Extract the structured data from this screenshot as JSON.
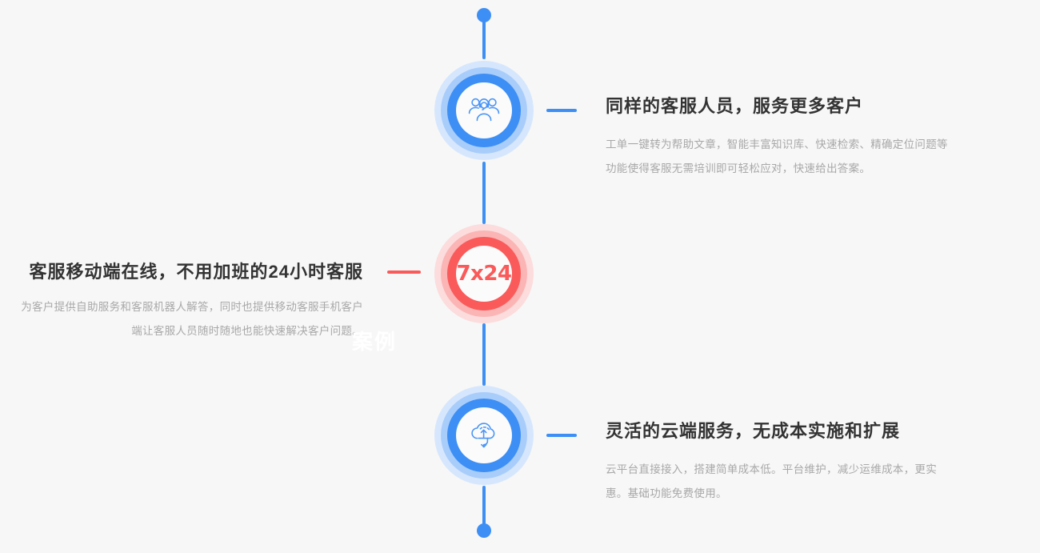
{
  "theme": {
    "background": "#f7f7f7",
    "accent_blue": "#3d8ff5",
    "accent_red": "#fa5a5a",
    "heading_color": "#333333",
    "body_color": "#a8a8a8"
  },
  "timeline": {
    "nodes": [
      {
        "id": "support-team",
        "icon": "people-group-icon",
        "color": "#3d8ff5",
        "side": "right",
        "heading": "同样的客服人员，服务更多客户",
        "body": "工单一键转为帮助文章，智能丰富知识库、快速检索、精确定位问题等功能使得客服无需培训即可轻松应对，快速给出答案。"
      },
      {
        "id": "always-on",
        "icon": "7x24-label",
        "label": "7x24",
        "color": "#fa5a5a",
        "side": "left",
        "heading": "客服移动端在线，不用加班的24小时客服",
        "body": "为客户提供自助服务和客服机器人解答，同时也提供移动客服手机客户端让客服人员随时随地也能快速解决客户问题。"
      },
      {
        "id": "cloud-service",
        "icon": "cloud-sync-icon",
        "color": "#3d8ff5",
        "side": "right",
        "heading": "灵活的云端服务，无成本实施和扩展",
        "body": "云平台直接接入，搭建简单成本低。平台维护，减少运维成本，更实惠。基础功能免费使用。"
      }
    ]
  },
  "watermark": {
    "text": "案例"
  }
}
